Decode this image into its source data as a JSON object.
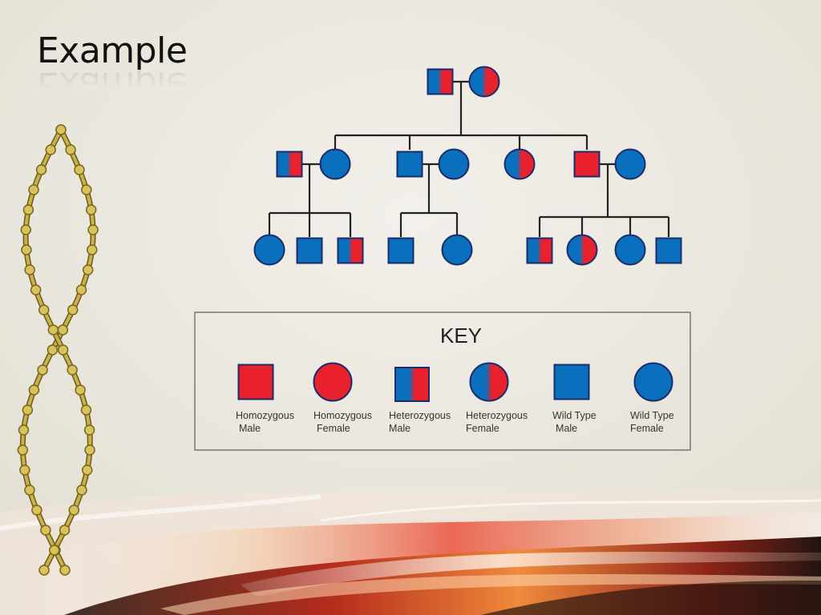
{
  "slide": {
    "title": "Example"
  },
  "pedigree": {
    "colors": {
      "affected": "#e8212d",
      "wild_type": "#0a6fbd",
      "outline": "#1a2c6b",
      "line": "#222222"
    },
    "generations": [
      {
        "generation": 1,
        "individuals": [
          "heterozygous-male",
          "heterozygous-female"
        ]
      },
      {
        "generation": 2,
        "individuals": [
          "heterozygous-male",
          "wild-type-female",
          "wild-type-male",
          "wild-type-female",
          "heterozygous-female",
          "homozygous-male",
          "wild-type-female"
        ]
      },
      {
        "generation": 3,
        "individuals": [
          "wild-type-female",
          "wild-type-male",
          "heterozygous-male",
          "wild-type-male",
          "wild-type-female",
          "heterozygous-male",
          "heterozygous-female",
          "wild-type-female",
          "wild-type-male"
        ]
      }
    ]
  },
  "key": {
    "title": "KEY",
    "items": [
      {
        "type": "homozygous-male",
        "line1": "Homozygous",
        "line2": "Male"
      },
      {
        "type": "homozygous-female",
        "line1": "Homozygous",
        "line2": "Female"
      },
      {
        "type": "heterozygous-male",
        "line1": "Heterozygous",
        "line2": "Male"
      },
      {
        "type": "heterozygous-female",
        "line1": "Heterozygous",
        "line2": "Female"
      },
      {
        "type": "wild-type-male",
        "line1": "Wild Type",
        "line2": "Male"
      },
      {
        "type": "wild-type-female",
        "line1": "Wild Type",
        "line2": "Female"
      }
    ]
  }
}
